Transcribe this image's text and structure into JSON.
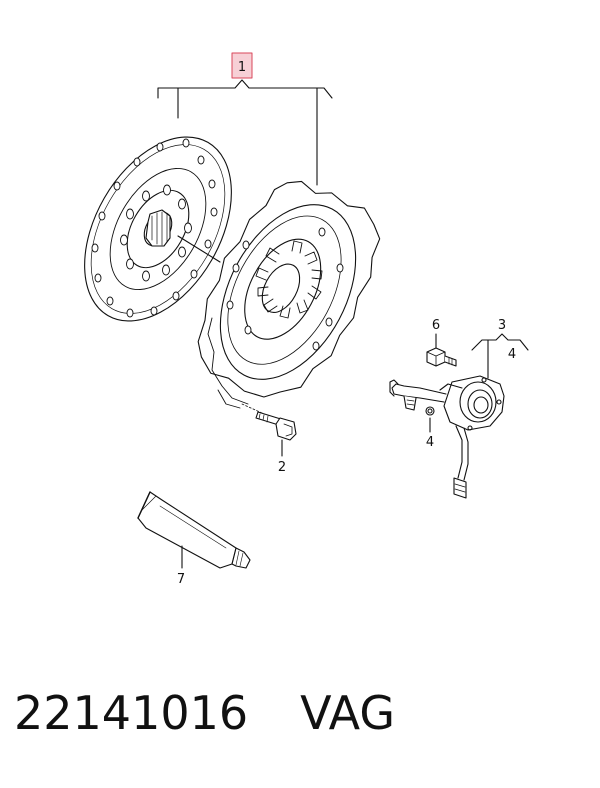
{
  "diagram": {
    "callouts": {
      "clutch_kit": "1",
      "bolt": "2",
      "slave_cylinder_group": "3",
      "seal_top": "4",
      "seal_bottom": "4",
      "screw": "6",
      "grease_tube": "7"
    },
    "colors": {
      "line": "#111111",
      "highlight_fill": "#f7d0d6",
      "highlight_stroke": "#d9475b"
    }
  },
  "footer": {
    "part_number": "22141016",
    "brand": "VAG"
  }
}
